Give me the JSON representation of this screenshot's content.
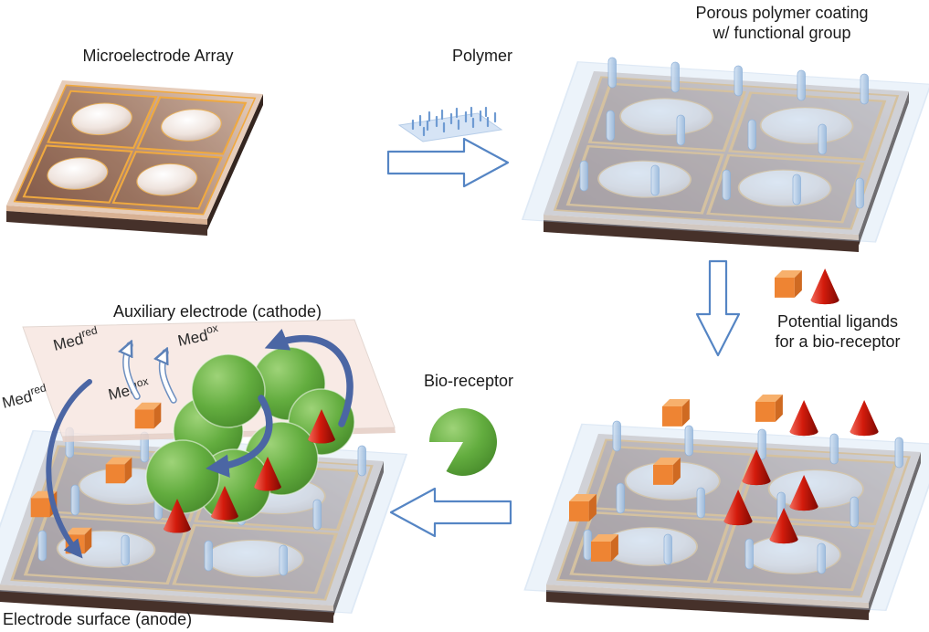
{
  "labels": {
    "microelectrode_array": "Microelectrode Array",
    "polymer": "Polymer",
    "porous_line1": "Porous polymer coating",
    "porous_line2": "w/ functional group",
    "ligands_line1": "Potential ligands",
    "ligands_line2": "for a bio-receptor",
    "bio_receptor": "Bio-receptor",
    "cathode": "Auxiliary electrode (cathode)",
    "anode": "Electrode surface (anode)"
  },
  "mediators": {
    "red": {
      "base": "Med",
      "sup": "red"
    },
    "ox": {
      "base": "Med",
      "sup": "ox"
    }
  },
  "icons": {
    "polymer_sheet": "bristled-blue-plate",
    "polymer_pillar": "light-blue-rounded-pillar",
    "ligand_cube": "orange-3d-cube",
    "ligand_cone": "red-3d-cone",
    "bio_receptor": "green-notched-circle",
    "process_arrow": "white-outlined-block-arrow",
    "mediator_arrow": "curved-solid-blue-arrow"
  },
  "colors": {
    "text": "#1a1a1a",
    "arrow_outline": "#5585c4",
    "mediator_arrow": "#4b66a4",
    "cube_orange": "#ee8433",
    "cone_red": "#d31b0c",
    "receptor_green": "#55a238",
    "pillar_blue": "#b9d0ea",
    "board_brown": "#a0715a",
    "board_edge_dark": "#46312a",
    "gold_trace": "#f0a93f",
    "cathode_pink": "#f7e6e0"
  }
}
